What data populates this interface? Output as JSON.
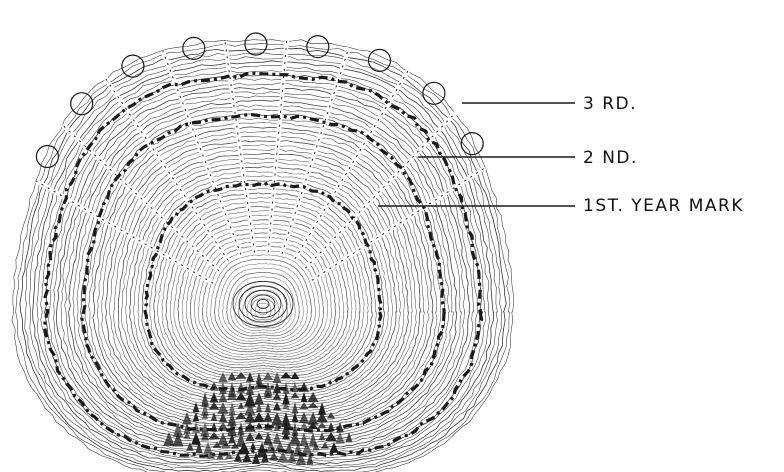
{
  "figure": {
    "subject": "fish-scale-annuli",
    "ink_color": "#1a1a1a",
    "paper_color": "#ffffff",
    "labels": {
      "third": "3 RD.",
      "second": "2 ND.",
      "first": "1ST. YEAR MARK"
    }
  }
}
